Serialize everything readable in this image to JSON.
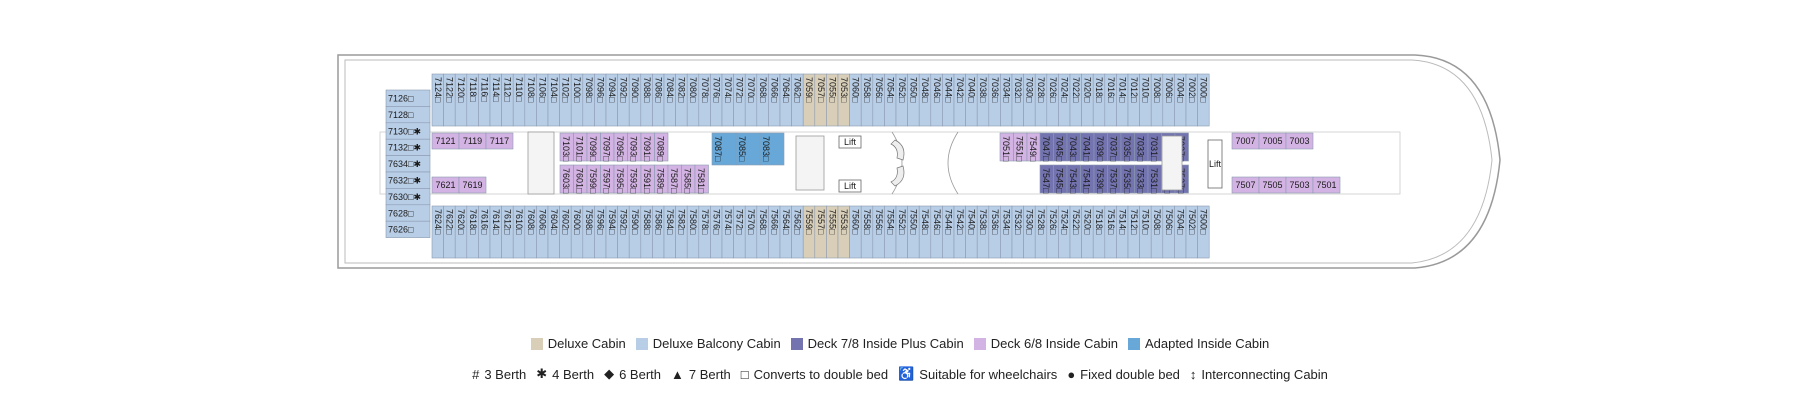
{
  "colors": {
    "deluxe": "#d9cfb9",
    "balcony": "#b8cde6",
    "inside_plus": "#7373b0",
    "inside": "#d3b3e3",
    "adapted": "#68a8d8",
    "outline": "#999999"
  },
  "facilities": {
    "lift_label": "Lift"
  },
  "cabins": {
    "top_row": [
      {
        "n": "7124",
        "t": "balcony"
      },
      {
        "n": "7122",
        "t": "balcony"
      },
      {
        "n": "7120",
        "t": "balcony"
      },
      {
        "n": "7118",
        "t": "balcony"
      },
      {
        "n": "7116",
        "t": "balcony"
      },
      {
        "n": "7114",
        "t": "balcony"
      },
      {
        "n": "7112",
        "t": "balcony"
      },
      {
        "n": "7110",
        "t": "balcony"
      },
      {
        "n": "7108",
        "t": "balcony"
      },
      {
        "n": "7106",
        "t": "balcony"
      },
      {
        "n": "7104",
        "t": "balcony"
      },
      {
        "n": "7102",
        "t": "balcony"
      },
      {
        "n": "7100",
        "t": "balcony"
      },
      {
        "n": "7098",
        "t": "balcony"
      },
      {
        "n": "7096",
        "t": "balcony"
      },
      {
        "n": "7094",
        "t": "balcony"
      },
      {
        "n": "7092",
        "t": "balcony"
      },
      {
        "n": "7090",
        "t": "balcony"
      },
      {
        "n": "7088",
        "t": "balcony"
      },
      {
        "n": "7086",
        "t": "balcony"
      },
      {
        "n": "7084",
        "t": "balcony"
      },
      {
        "n": "7082",
        "t": "balcony"
      },
      {
        "n": "7080",
        "t": "balcony"
      },
      {
        "n": "7078",
        "t": "balcony"
      },
      {
        "n": "7076",
        "t": "balcony"
      },
      {
        "n": "7074",
        "t": "balcony"
      },
      {
        "n": "7072",
        "t": "balcony"
      },
      {
        "n": "7070",
        "t": "balcony"
      },
      {
        "n": "7068",
        "t": "balcony"
      },
      {
        "n": "7066",
        "t": "balcony"
      },
      {
        "n": "7064",
        "t": "balcony"
      },
      {
        "n": "7062",
        "t": "balcony"
      },
      {
        "n": "7059",
        "t": "deluxe"
      },
      {
        "n": "7057",
        "t": "deluxe"
      },
      {
        "n": "7055",
        "t": "deluxe"
      },
      {
        "n": "7053",
        "t": "deluxe"
      },
      {
        "n": "7060",
        "t": "balcony"
      },
      {
        "n": "7058",
        "t": "balcony"
      },
      {
        "n": "7056",
        "t": "balcony"
      },
      {
        "n": "7054",
        "t": "balcony"
      },
      {
        "n": "7052",
        "t": "balcony"
      },
      {
        "n": "7050",
        "t": "balcony"
      },
      {
        "n": "7048",
        "t": "balcony"
      },
      {
        "n": "7046",
        "t": "balcony"
      },
      {
        "n": "7044",
        "t": "balcony"
      },
      {
        "n": "7042",
        "t": "balcony"
      },
      {
        "n": "7040",
        "t": "balcony"
      },
      {
        "n": "7038",
        "t": "balcony"
      },
      {
        "n": "7036",
        "t": "balcony"
      },
      {
        "n": "7034",
        "t": "balcony"
      },
      {
        "n": "7032",
        "t": "balcony"
      },
      {
        "n": "7030",
        "t": "balcony"
      },
      {
        "n": "7028",
        "t": "balcony"
      },
      {
        "n": "7026",
        "t": "balcony"
      },
      {
        "n": "7024",
        "t": "balcony"
      },
      {
        "n": "7022",
        "t": "balcony"
      },
      {
        "n": "7020",
        "t": "balcony"
      },
      {
        "n": "7018",
        "t": "balcony"
      },
      {
        "n": "7016",
        "t": "balcony"
      },
      {
        "n": "7014",
        "t": "balcony"
      },
      {
        "n": "7012",
        "t": "balcony"
      },
      {
        "n": "7010",
        "t": "balcony"
      },
      {
        "n": "7008",
        "t": "balcony"
      },
      {
        "n": "7006",
        "t": "balcony"
      },
      {
        "n": "7004",
        "t": "balcony"
      },
      {
        "n": "7002",
        "t": "balcony"
      },
      {
        "n": "7000",
        "t": "balcony"
      }
    ],
    "bottom_row": [
      {
        "n": "7624",
        "t": "balcony"
      },
      {
        "n": "7622",
        "t": "balcony"
      },
      {
        "n": "7620",
        "t": "balcony"
      },
      {
        "n": "7618",
        "t": "balcony"
      },
      {
        "n": "7616",
        "t": "balcony"
      },
      {
        "n": "7614",
        "t": "balcony"
      },
      {
        "n": "7612",
        "t": "balcony"
      },
      {
        "n": "7610",
        "t": "balcony"
      },
      {
        "n": "7608",
        "t": "balcony"
      },
      {
        "n": "7606",
        "t": "balcony"
      },
      {
        "n": "7604",
        "t": "balcony"
      },
      {
        "n": "7602",
        "t": "balcony"
      },
      {
        "n": "7600",
        "t": "balcony"
      },
      {
        "n": "7598",
        "t": "balcony"
      },
      {
        "n": "7596",
        "t": "balcony"
      },
      {
        "n": "7594",
        "t": "balcony"
      },
      {
        "n": "7592",
        "t": "balcony"
      },
      {
        "n": "7590",
        "t": "balcony"
      },
      {
        "n": "7588",
        "t": "balcony"
      },
      {
        "n": "7586",
        "t": "balcony"
      },
      {
        "n": "7584",
        "t": "balcony"
      },
      {
        "n": "7582",
        "t": "balcony"
      },
      {
        "n": "7580",
        "t": "balcony"
      },
      {
        "n": "7578",
        "t": "balcony"
      },
      {
        "n": "7576",
        "t": "balcony"
      },
      {
        "n": "7574",
        "t": "balcony"
      },
      {
        "n": "7572",
        "t": "balcony"
      },
      {
        "n": "7570",
        "t": "balcony"
      },
      {
        "n": "7568",
        "t": "balcony"
      },
      {
        "n": "7566",
        "t": "balcony"
      },
      {
        "n": "7564",
        "t": "balcony"
      },
      {
        "n": "7562",
        "t": "balcony"
      },
      {
        "n": "7559",
        "t": "deluxe"
      },
      {
        "n": "7557",
        "t": "deluxe"
      },
      {
        "n": "7555",
        "t": "deluxe"
      },
      {
        "n": "7553",
        "t": "deluxe"
      },
      {
        "n": "7560",
        "t": "balcony"
      },
      {
        "n": "7558",
        "t": "balcony"
      },
      {
        "n": "7556",
        "t": "balcony"
      },
      {
        "n": "7554",
        "t": "balcony"
      },
      {
        "n": "7552",
        "t": "balcony"
      },
      {
        "n": "7550",
        "t": "balcony"
      },
      {
        "n": "7548",
        "t": "balcony"
      },
      {
        "n": "7546",
        "t": "balcony"
      },
      {
        "n": "7544",
        "t": "balcony"
      },
      {
        "n": "7542",
        "t": "balcony"
      },
      {
        "n": "7540",
        "t": "balcony"
      },
      {
        "n": "7538",
        "t": "balcony"
      },
      {
        "n": "7536",
        "t": "balcony"
      },
      {
        "n": "7534",
        "t": "balcony"
      },
      {
        "n": "7532",
        "t": "balcony"
      },
      {
        "n": "7530",
        "t": "balcony"
      },
      {
        "n": "7528",
        "t": "balcony"
      },
      {
        "n": "7526",
        "t": "balcony"
      },
      {
        "n": "7524",
        "t": "balcony"
      },
      {
        "n": "7522",
        "t": "balcony"
      },
      {
        "n": "7520",
        "t": "balcony"
      },
      {
        "n": "7518",
        "t": "balcony"
      },
      {
        "n": "7516",
        "t": "balcony"
      },
      {
        "n": "7514",
        "t": "balcony"
      },
      {
        "n": "7512",
        "t": "balcony"
      },
      {
        "n": "7510",
        "t": "balcony"
      },
      {
        "n": "7508",
        "t": "balcony"
      },
      {
        "n": "7506",
        "t": "balcony"
      },
      {
        "n": "7504",
        "t": "balcony"
      },
      {
        "n": "7502",
        "t": "balcony"
      },
      {
        "n": "7500",
        "t": "balcony"
      }
    ],
    "aft_column": [
      {
        "n": "7126□",
        "t": "balcony"
      },
      {
        "n": "7128□",
        "t": "balcony"
      },
      {
        "n": "7130□✱",
        "t": "balcony"
      },
      {
        "n": "7132□✱",
        "t": "balcony"
      },
      {
        "n": "7634□✱",
        "t": "balcony"
      },
      {
        "n": "7632□✱",
        "t": "balcony"
      },
      {
        "n": "7630□✱",
        "t": "balcony"
      },
      {
        "n": "7628□",
        "t": "balcony"
      },
      {
        "n": "7626□",
        "t": "balcony"
      }
    ],
    "inner_top_aft": [
      "7121",
      "7119",
      "7117"
    ],
    "inner_bottom_aft": [
      "7621",
      "7619"
    ],
    "inner_top_mid": [
      "7103",
      "7101",
      "7099",
      "7097",
      "7095",
      "7093",
      "7091",
      "7089"
    ],
    "inner_bottom_mid": [
      "7603",
      "7601",
      "7599",
      "7597",
      "7595",
      "7593",
      "7591",
      "7589",
      "7587",
      "7585",
      "7581"
    ],
    "adapted": [
      "7087",
      "7085",
      "7083"
    ],
    "inner_fwd_inside": [
      "7051",
      "7551",
      "7549"
    ],
    "inner_fwd_plus": [
      "7047",
      "7045",
      "7043",
      "7041",
      "7039",
      "7037",
      "7035",
      "7033",
      "7031",
      "7029",
      "7027",
      "7547",
      "7545",
      "7543",
      "7541",
      "7539",
      "7537",
      "7535",
      "7533",
      "7531",
      "7529",
      "7527"
    ],
    "fwd_top": [
      "7007",
      "7005",
      "7003"
    ],
    "fwd_bottom": [
      "7507",
      "7505",
      "7503",
      "7501"
    ]
  },
  "legend": {
    "categories": [
      {
        "label": "Deluxe Cabin",
        "color": "#d9cfb9"
      },
      {
        "label": "Deluxe Balcony Cabin",
        "color": "#b8cde6"
      },
      {
        "label": "Deck 7/8 Inside Plus Cabin",
        "color": "#7373b0"
      },
      {
        "label": "Deck 6/8 Inside Cabin",
        "color": "#d3b3e3"
      },
      {
        "label": "Adapted Inside Cabin",
        "color": "#68a8d8"
      }
    ],
    "symbols": [
      {
        "sym": "#",
        "label": "3 Berth",
        "icon": "hash-icon"
      },
      {
        "sym": "✱",
        "label": "4 Berth",
        "icon": "asterisk-icon"
      },
      {
        "sym": "◆",
        "label": "6 Berth",
        "icon": "diamond-icon"
      },
      {
        "sym": "▲",
        "label": "7 Berth",
        "icon": "triangle-icon"
      },
      {
        "sym": "□",
        "label": "Converts to double bed",
        "icon": "square-icon"
      },
      {
        "sym": "♿",
        "label": "Suitable for wheelchairs",
        "icon": "wheelchair-icon"
      },
      {
        "sym": "●",
        "label": "Fixed double bed",
        "icon": "dot-icon"
      },
      {
        "sym": "↕",
        "label": "Interconnecting Cabin",
        "icon": "interconnect-icon"
      }
    ]
  }
}
